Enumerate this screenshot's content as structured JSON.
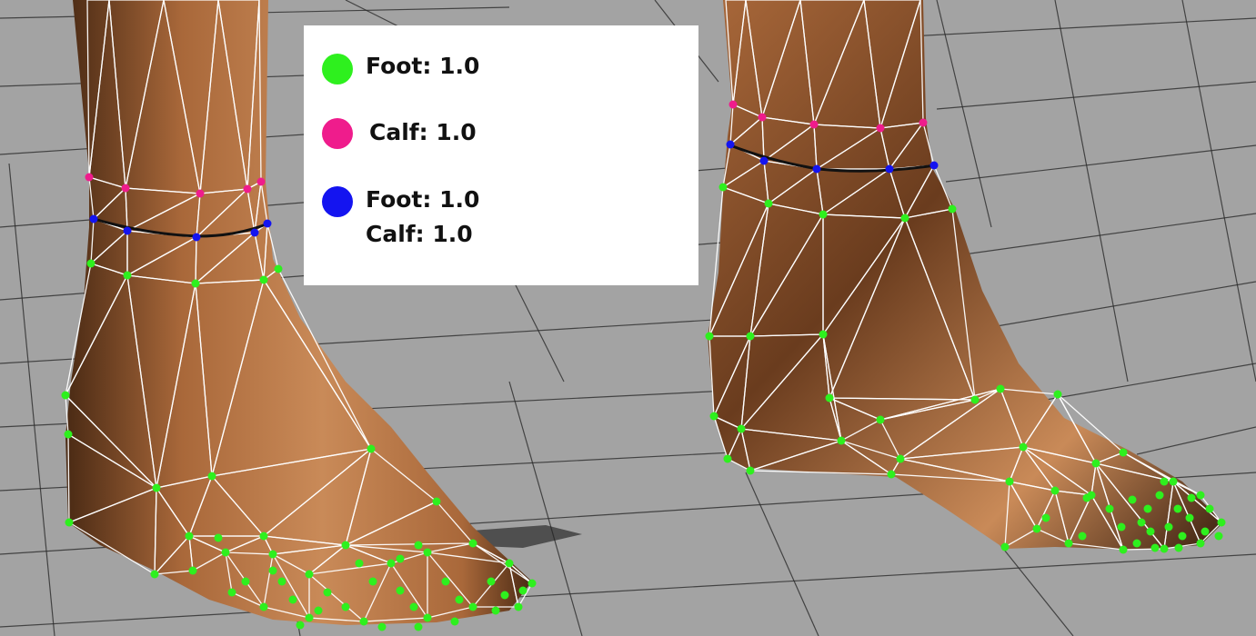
{
  "scene": {
    "background_color": "#a3a3a3",
    "grid_line_color": "#2b2b2b",
    "skin_colors": {
      "light": "#c98a58",
      "mid": "#a9683a",
      "dark": "#4a2a14"
    },
    "wire_color": "#ffffff",
    "seam_color": "#111111"
  },
  "legend": {
    "items": [
      {
        "id": "foot",
        "color": "#2ef01e",
        "lines": [
          "Foot: 1.0"
        ]
      },
      {
        "id": "calf",
        "color": "#ef1c8c",
        "lines": [
          "Calf: 1.0"
        ]
      },
      {
        "id": "both",
        "color": "#1414f0",
        "lines": [
          "Foot: 1.0",
          "Calf: 1.0"
        ]
      }
    ]
  },
  "vertex_colors": {
    "foot": "#2ef01e",
    "calf": "#ef1c8c",
    "both": "#1414f0"
  }
}
